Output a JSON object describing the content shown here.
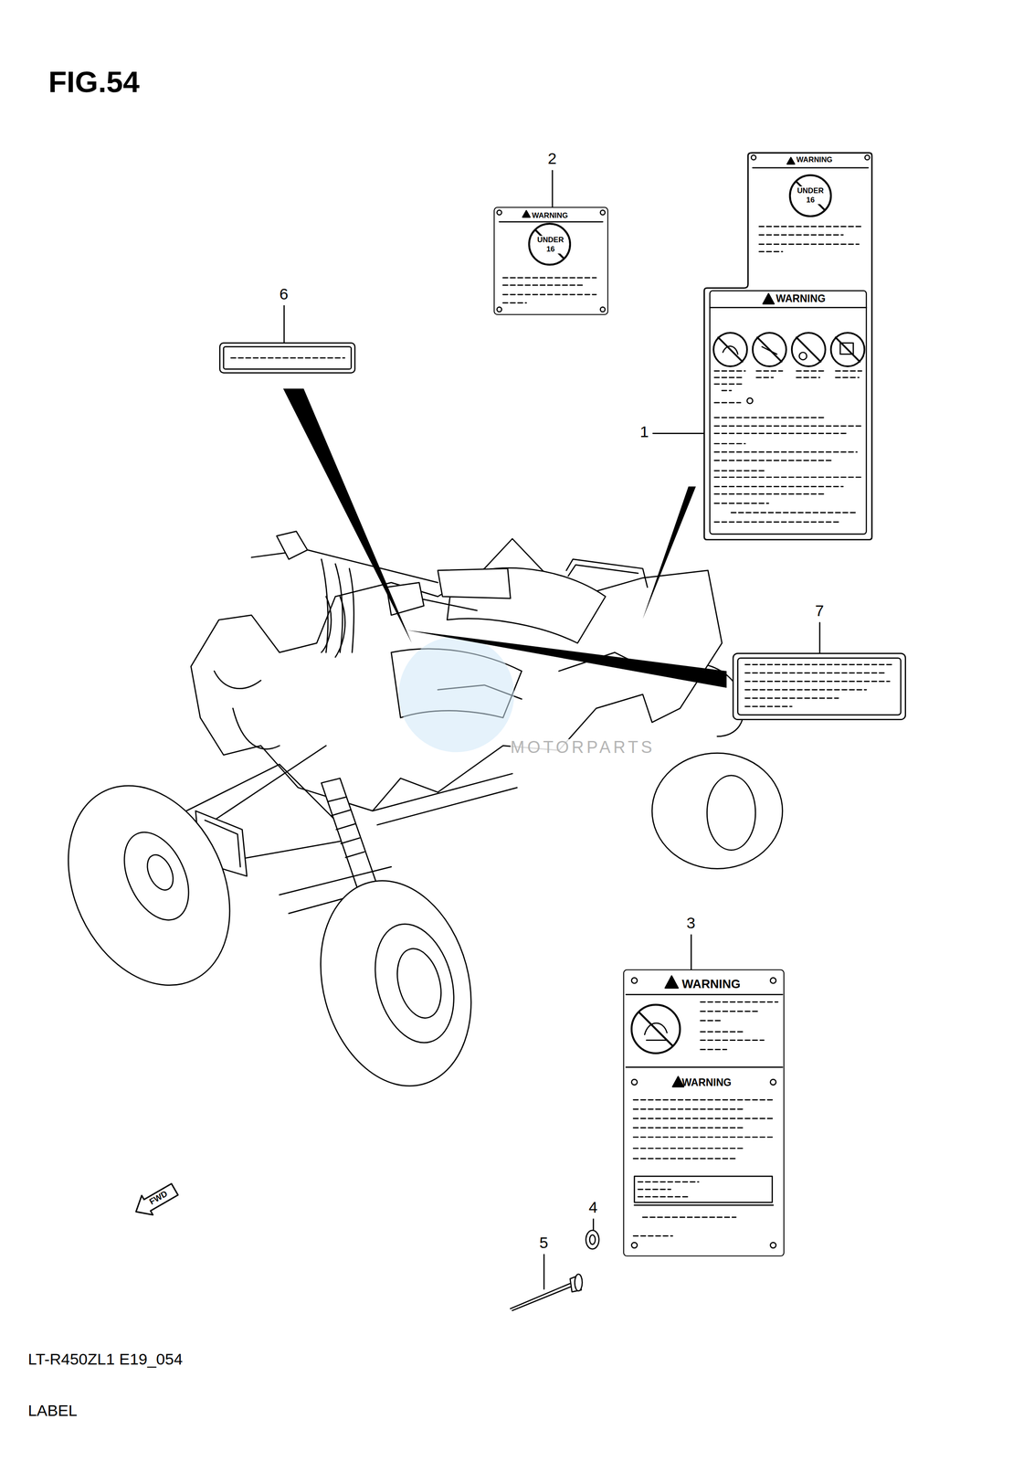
{
  "diagram": {
    "title": "FIG.54",
    "nodes": [
      {
        "text": [
          "WARNING",
          "UNDER 16"
        ]
      },
      {
        "text": [
          "WARNING",
          "UNDER 16",
          "WARNING"
        ]
      },
      {
        "text": [
          "WARNING",
          "WARNING"
        ]
      }
    ],
    "labels": [
      "1",
      "2",
      "3",
      "4",
      "5",
      "6",
      "7",
      "FWD",
      "MOTORPARTS",
      "LT-R450ZL1 E19_054",
      "LABEL"
    ]
  }
}
